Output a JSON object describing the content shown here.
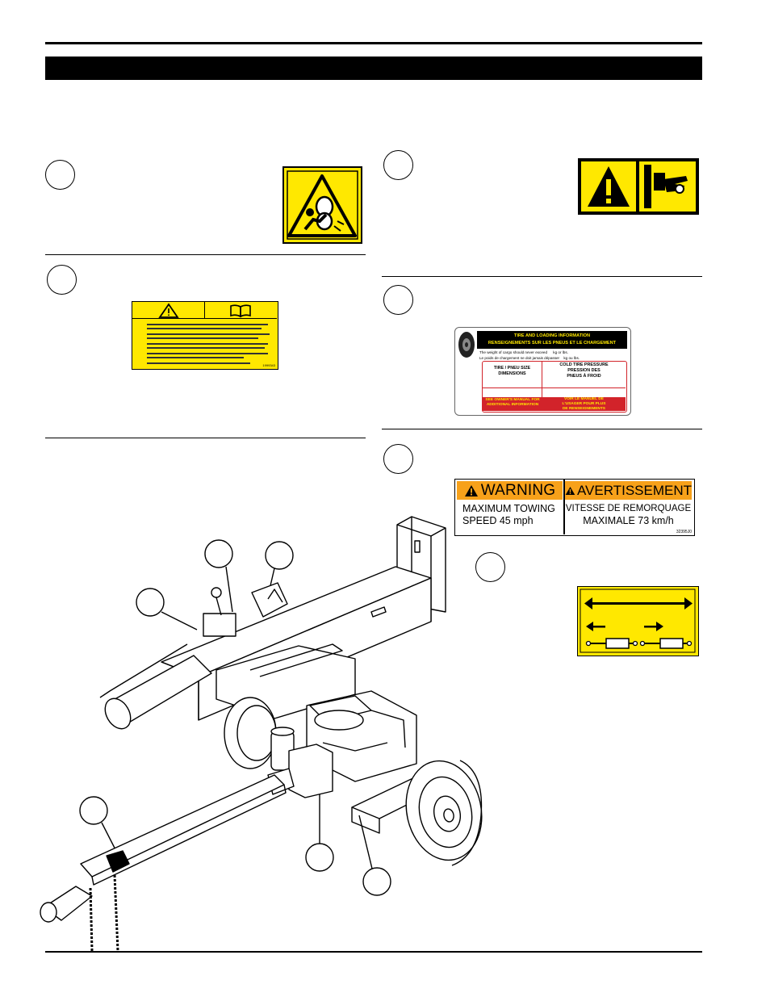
{
  "colors": {
    "decal_yellow": "#ffe800",
    "warning_orange": "#f7a11a",
    "tire_red": "#d2232a",
    "black": "#000000"
  },
  "icons": [
    "crush-hazard-icon",
    "warning-triangle-icon",
    "read-manual-icon",
    "hand-crush-icon",
    "tire-icon",
    "cylinder-extend-icon",
    "cylinder-retract-icon",
    "double-arrow-icon"
  ],
  "tire_decal": {
    "title_en": "TIRE AND LOADING INFORMATION",
    "title_fr": "RENSEIGNEMENTS SUR LES PNEUS ET LE CHARGEMENT",
    "line1": "The weight of cargo should never exceed",
    "line1_units": "kg or        lbs.",
    "line2": "Le poids de chargement ne doit jamais dépasser",
    "line2_units": "kg ou        lbs.",
    "col1_line1": "TIRE / PNEU SIZE",
    "col1_line2": "DIMENSIONS",
    "col2_line1": "COLD TIRE PRESSURE",
    "col2_line2": "PRESSION DES",
    "col2_line3": "PNEUS À FROID",
    "foot1_line1": "SEE OWNER'S MANUAL FOR",
    "foot1_line2": "ADDITIONAL INFORMATION",
    "foot2_line1": "VOIR LE MANUEL DE",
    "foot2_line2": "L'USAGER POUR PLUS",
    "foot2_line3": "DE RENSEIGNEMENTS"
  },
  "warning_decal": {
    "header_en": "WARNING",
    "header_fr": "AVERTISSEMENT",
    "text_en_line1": "MAXIMUM TOWING",
    "text_en_line2": "SPEED 45 mph",
    "text_fr_line1": "VITESSE DE REMORQUAGE",
    "text_fr_line2": "MAXIMALE 73 km/h",
    "part_no": "32395J0"
  },
  "manual_decal": {
    "part_no": "1999343"
  }
}
